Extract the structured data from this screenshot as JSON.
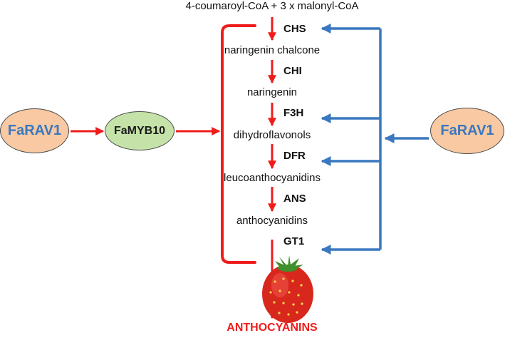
{
  "substrate": "4-coumaroyl-CoA + 3 x malonyl-CoA",
  "regulators": {
    "left_factor": "FaRAV1",
    "tf": "FaMYB10",
    "right_factor": "FaRAV1"
  },
  "pathway": [
    {
      "enzyme": "CHS",
      "product": "naringenin chalcone",
      "activated_by_right_factor": true
    },
    {
      "enzyme": "CHI",
      "product": "naringenin",
      "activated_by_right_factor": false
    },
    {
      "enzyme": "F3H",
      "product": "dihydroflavonols",
      "activated_by_right_factor": true
    },
    {
      "enzyme": "DFR",
      "product": "leucoanthocyanidins",
      "activated_by_right_factor": true
    },
    {
      "enzyme": "ANS",
      "product": "anthocyanidins",
      "activated_by_right_factor": false
    },
    {
      "enzyme": "GT1",
      "product": "",
      "activated_by_right_factor": true
    }
  ],
  "final_product": "ANTHOCYANINS",
  "colors": {
    "red_arrow": "#ef1c1c",
    "blue_arrow": "#3a78c0",
    "final_text": "#ef1c1c",
    "rav_fill": "#f8c9a2",
    "rav_text": "#3a78c0",
    "myb_fill": "#c5e3a8",
    "strawberry": "#d8281e",
    "leaf": "#3f8f2a"
  },
  "picture": "strawberry"
}
